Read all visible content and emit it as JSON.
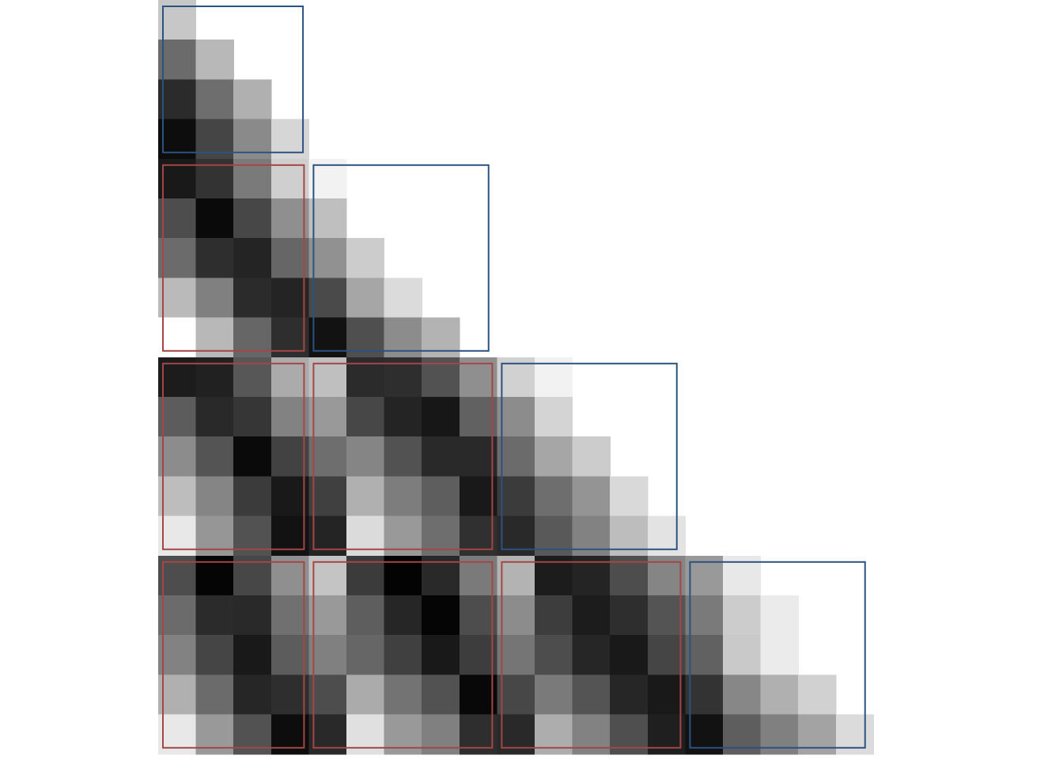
{
  "diagram": {
    "type": "lower-triangular-block-matrix",
    "row_groups": [
      4,
      5,
      5,
      5
    ],
    "col_groups": [
      4,
      5,
      5,
      5
    ],
    "colors": {
      "diagonal_block_outline": "#2c5282",
      "off_diagonal_block_outline": "#a64545",
      "background": "#ffffff"
    },
    "rows": [
      [
        0.22
      ],
      [
        0.58,
        0.28
      ],
      [
        0.83,
        0.57,
        0.31
      ],
      [
        0.95,
        0.73,
        0.46,
        0.16
      ],
      [
        0.9,
        0.8,
        0.52,
        0.19,
        0.05
      ],
      [
        0.7,
        0.96,
        0.72,
        0.44,
        0.25
      ],
      [
        0.58,
        0.82,
        0.86,
        0.6,
        0.43,
        0.2
      ],
      [
        0.27,
        0.5,
        0.83,
        0.86,
        0.71,
        0.35,
        0.14
      ],
      [
        0.0,
        0.28,
        0.6,
        0.82,
        0.93,
        0.69,
        0.45,
        0.3
      ],
      [
        0.89,
        0.87,
        0.66,
        0.33,
        0.25,
        0.83,
        0.82,
        0.68,
        0.44,
        0.18,
        0.05
      ],
      [
        0.64,
        0.84,
        0.79,
        0.49,
        0.4,
        0.72,
        0.86,
        0.91,
        0.62,
        0.45,
        0.17
      ],
      [
        0.45,
        0.67,
        0.96,
        0.74,
        0.57,
        0.48,
        0.68,
        0.84,
        0.84,
        0.58,
        0.35,
        0.2
      ],
      [
        0.26,
        0.48,
        0.77,
        0.9,
        0.75,
        0.31,
        0.51,
        0.63,
        0.9,
        0.77,
        0.57,
        0.42,
        0.15
      ],
      [
        0.09,
        0.41,
        0.68,
        0.93,
        0.86,
        0.14,
        0.4,
        0.57,
        0.81,
        0.84,
        0.65,
        0.49,
        0.26,
        0.11
      ],
      [
        0.7,
        0.98,
        0.72,
        0.44,
        0.23,
        0.77,
        0.99,
        0.84,
        0.52,
        0.3,
        0.89,
        0.86,
        0.7,
        0.48,
        0.4,
        0.09
      ],
      [
        0.58,
        0.83,
        0.84,
        0.56,
        0.4,
        0.63,
        0.85,
        0.98,
        0.7,
        0.45,
        0.76,
        0.89,
        0.82,
        0.67,
        0.52,
        0.2,
        0.08
      ],
      [
        0.49,
        0.73,
        0.9,
        0.64,
        0.5,
        0.6,
        0.75,
        0.9,
        0.76,
        0.54,
        0.7,
        0.85,
        0.9,
        0.73,
        0.62,
        0.21,
        0.08
      ],
      [
        0.31,
        0.58,
        0.85,
        0.82,
        0.7,
        0.33,
        0.55,
        0.68,
        0.97,
        0.72,
        0.52,
        0.67,
        0.85,
        0.9,
        0.8,
        0.47,
        0.31,
        0.18
      ],
      [
        0.09,
        0.4,
        0.68,
        0.95,
        0.84,
        0.12,
        0.4,
        0.5,
        0.82,
        0.84,
        0.32,
        0.49,
        0.69,
        0.88,
        0.93,
        0.63,
        0.5,
        0.36,
        0.14
      ]
    ]
  }
}
